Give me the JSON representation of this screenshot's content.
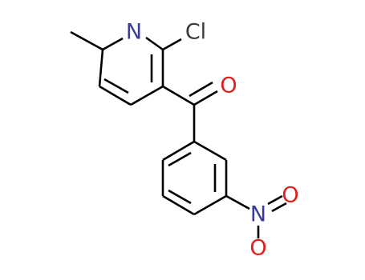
{
  "molecule": {
    "atoms": {
      "nitrogen_ring": {
        "label": "N"
      },
      "chlorine": {
        "label": "Cl"
      },
      "oxygen_carbonyl": {
        "label": "O"
      },
      "nitro_nitrogen": {
        "label": "N"
      },
      "nitro_oxygen_top": {
        "label": "O"
      },
      "nitro_oxygen_bottom": {
        "label": "O"
      }
    }
  },
  "colors": {
    "bond": "#000000",
    "nitrogen": "#3a3a9a",
    "chlorine": "#3a3a3a",
    "oxygen": "#e0201b"
  }
}
